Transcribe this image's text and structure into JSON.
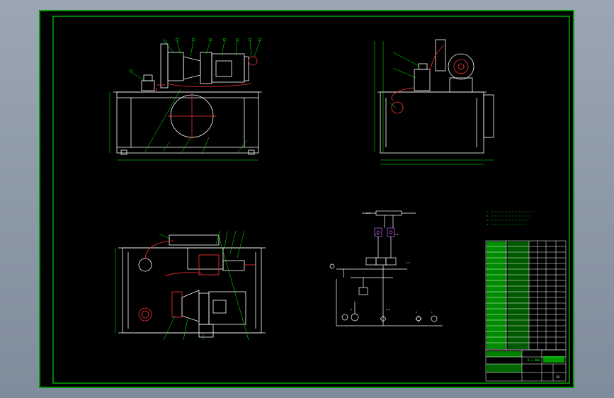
{
  "viewport": {
    "background": "#8a97a6",
    "sheet_background": "#000000",
    "border_color": "#00ff00",
    "line_color": "#ffffff",
    "highlight_color": "#ff3333",
    "accent_color": "#cc66ff"
  },
  "views": [
    {
      "name": "front-view"
    },
    {
      "name": "side-view"
    },
    {
      "name": "top-view"
    },
    {
      "name": "hydraulic-schematic"
    }
  ],
  "title_block": {
    "stamp_text": "0.1.000",
    "sheet_no": "10"
  }
}
